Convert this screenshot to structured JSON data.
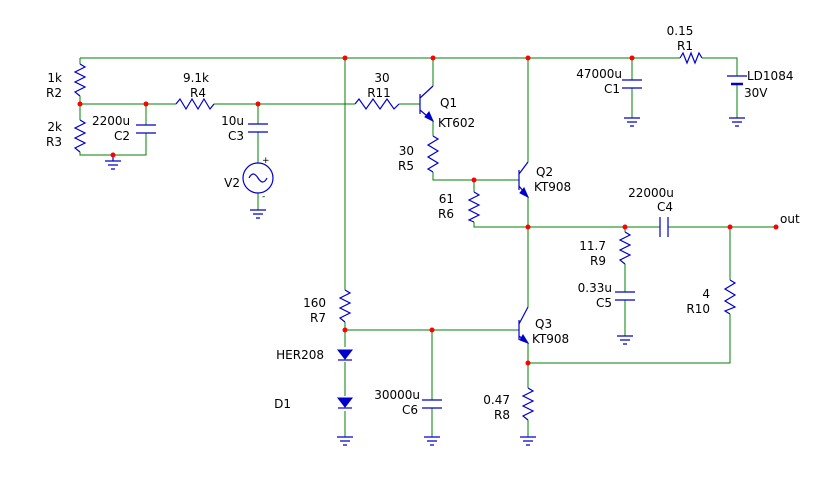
{
  "colors": {
    "wire": "#008000",
    "component": "#0000cc",
    "node": "#ff0000",
    "text": "#000000",
    "background": "#ffffff"
  },
  "components": {
    "R1": {
      "ref": "R1",
      "value": "0.15"
    },
    "R2": {
      "ref": "R2",
      "value": "1k"
    },
    "R3": {
      "ref": "R3",
      "value": "2k"
    },
    "R4": {
      "ref": "R4",
      "value": "9.1k"
    },
    "R5": {
      "ref": "R5",
      "value": "30"
    },
    "R6": {
      "ref": "R6",
      "value": "61"
    },
    "R7": {
      "ref": "R7",
      "value": "160"
    },
    "R8": {
      "ref": "R8",
      "value": "0.47"
    },
    "R9": {
      "ref": "R9",
      "value": "11.7"
    },
    "R10": {
      "ref": "R10",
      "value": "4"
    },
    "R11": {
      "ref": "R11",
      "value": "30"
    },
    "C1": {
      "ref": "C1",
      "value": "47000u"
    },
    "C2": {
      "ref": "C2",
      "value": "2200u"
    },
    "C3": {
      "ref": "C3",
      "value": "10u"
    },
    "C4": {
      "ref": "C4",
      "value": "22000u"
    },
    "C5": {
      "ref": "C5",
      "value": "0.33u"
    },
    "C6": {
      "ref": "C6",
      "value": "30000u"
    },
    "Q1": {
      "ref": "Q1",
      "value": "KT602"
    },
    "Q2": {
      "ref": "Q2",
      "value": "KT908"
    },
    "Q3": {
      "ref": "Q3",
      "value": "KT908"
    },
    "D1": {
      "ref": "D1",
      "value": "HER208"
    },
    "V1": {
      "value": "LD1084",
      "voltage": "30V"
    },
    "V2": {
      "ref": "V2",
      "plus": "+",
      "minus": "-"
    }
  },
  "out_label": "out"
}
